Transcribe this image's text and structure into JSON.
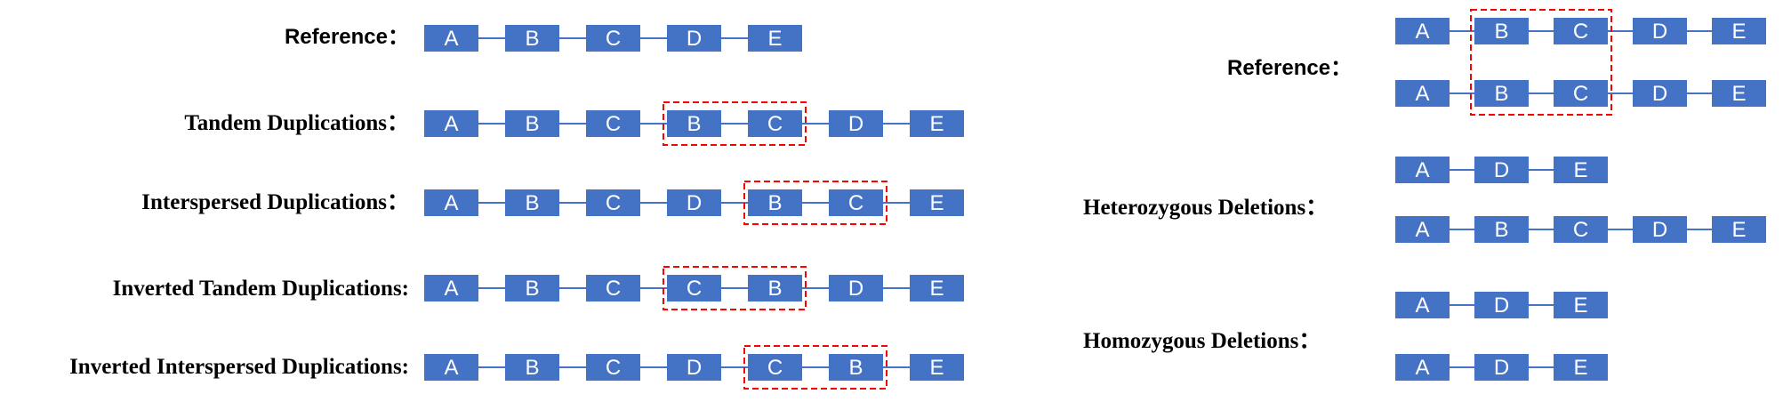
{
  "colors": {
    "box": "#4472c4",
    "line": "#4472c4",
    "highlight": "#ff0000",
    "text": "#000000"
  },
  "left": {
    "rows": [
      {
        "label": "Reference：",
        "boxes": [
          "A",
          "B",
          "C",
          "D",
          "E"
        ],
        "highlight": null
      },
      {
        "label": "Tandem Duplications：",
        "boxes": [
          "A",
          "B",
          "C",
          "B",
          "C",
          "D",
          "E"
        ],
        "highlight": [
          3,
          4
        ]
      },
      {
        "label": "Interspersed Duplications：",
        "boxes": [
          "A",
          "B",
          "C",
          "D",
          "B",
          "C",
          "E"
        ],
        "highlight": [
          4,
          5
        ]
      },
      {
        "label": "Inverted Tandem Duplications:",
        "boxes": [
          "A",
          "B",
          "C",
          "C",
          "B",
          "D",
          "E"
        ],
        "highlight": [
          3,
          4
        ]
      },
      {
        "label": "Inverted Interspersed Duplications:",
        "boxes": [
          "A",
          "B",
          "C",
          "D",
          "C",
          "B",
          "E"
        ],
        "highlight": [
          4,
          5
        ]
      }
    ]
  },
  "right": {
    "groups": [
      {
        "label": "Reference：",
        "strands": [
          [
            "A",
            "B",
            "C",
            "D",
            "E"
          ],
          [
            "A",
            "B",
            "C",
            "D",
            "E"
          ]
        ],
        "highlight": [
          1,
          2
        ]
      },
      {
        "label": "Heterozygous Deletions：",
        "strands": [
          [
            "A",
            "D",
            "E"
          ],
          [
            "A",
            "B",
            "C",
            "D",
            "E"
          ]
        ],
        "highlight": null
      },
      {
        "label": "Homozygous Deletions：",
        "strands": [
          [
            "A",
            "D",
            "E"
          ],
          [
            "A",
            "D",
            "E"
          ]
        ],
        "highlight": null
      }
    ]
  }
}
